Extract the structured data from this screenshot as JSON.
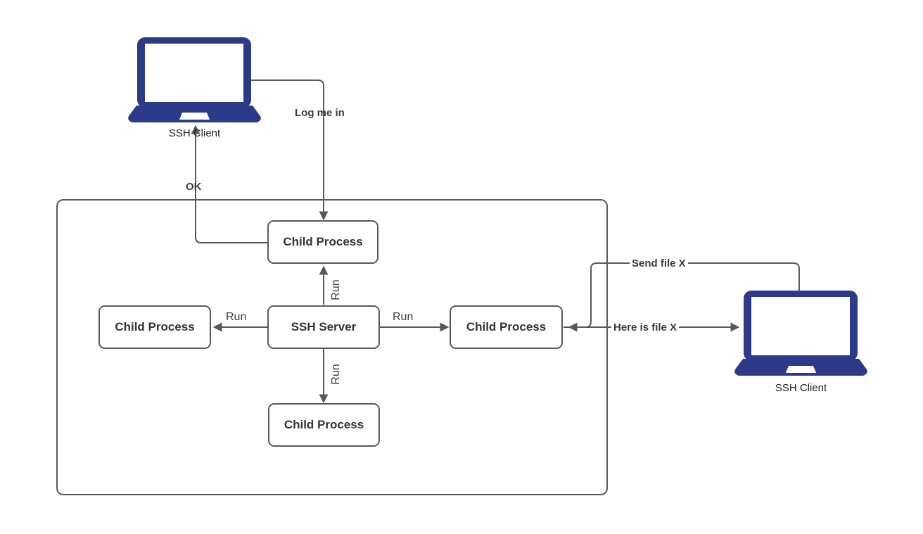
{
  "nodes": {
    "client_top": {
      "label": "SSH Client"
    },
    "client_right": {
      "label": "SSH Client"
    },
    "child_top": {
      "label": "Child Process"
    },
    "child_left": {
      "label": "Child Process"
    },
    "server": {
      "label": "SSH Server"
    },
    "child_right": {
      "label": "Child Process"
    },
    "child_bottom": {
      "label": "Child Process"
    }
  },
  "edges": {
    "log_me_in": {
      "label": "Log me in",
      "from": "client_top",
      "to": "child_top"
    },
    "ok": {
      "label": "OK",
      "from": "child_top",
      "to": "client_top"
    },
    "run_up": {
      "label": "Run",
      "from": "server",
      "to": "child_top"
    },
    "run_left": {
      "label": "Run",
      "from": "server",
      "to": "child_left"
    },
    "run_right": {
      "label": "Run",
      "from": "server",
      "to": "child_right"
    },
    "run_down": {
      "label": "Run",
      "from": "server",
      "to": "child_bottom"
    },
    "send_file": {
      "label": "Send file X",
      "from": "client_right",
      "to": "child_right"
    },
    "here_is_file": {
      "label": "Here is file X",
      "from": "child_right",
      "to": "client_right"
    }
  },
  "icons": {
    "client_top": "laptop-icon",
    "client_right": "laptop-icon"
  },
  "colors": {
    "laptop_navy": "#2d3a8a",
    "line_gray": "#595959",
    "node_border": "#595959",
    "node_text": "#333333",
    "label_text": "#3d3d3d",
    "background": "#ffffff"
  }
}
